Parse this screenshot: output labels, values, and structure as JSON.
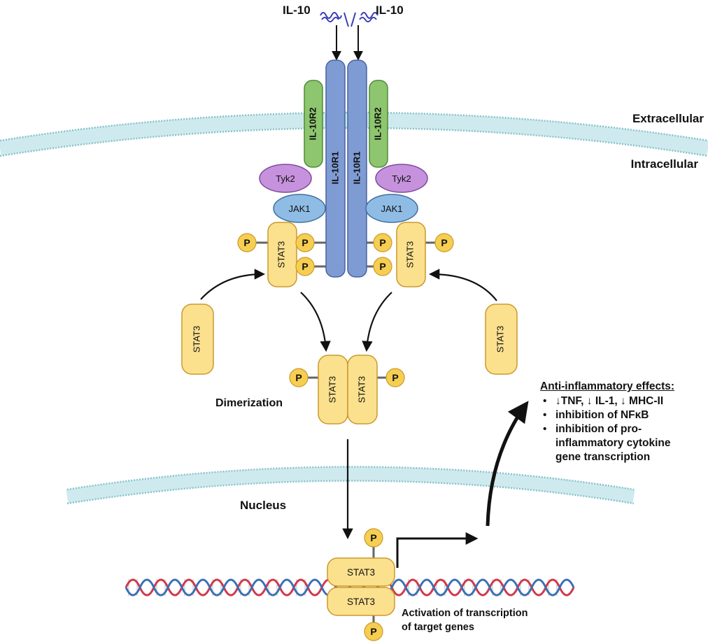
{
  "ligand": {
    "left": "IL-10",
    "right": "IL-10"
  },
  "regions": {
    "extracellular": "Extracellular",
    "intracellular": "Intracellular",
    "nucleus": "Nucleus"
  },
  "receptors": {
    "r1_left": "IL-10R1",
    "r1_right": "IL-10R1",
    "r2_left": "IL-10R2",
    "r2_right": "IL-10R2"
  },
  "kinases": {
    "tyk2_left": "Tyk2",
    "tyk2_right": "Tyk2",
    "jak1_left": "JAK1",
    "jak1_right": "JAK1"
  },
  "stat3": "STAT3",
  "phospho": "P",
  "dimerization": "Dimerization",
  "effects": {
    "heading": "Anti-inflammatory effects:",
    "items": [
      "↓TNF, ↓ IL-1, ↓ MHC-II",
      "inhibition of NFκB",
      "inhibition of pro-",
      "inflammatory cytokine",
      "gene transcription"
    ]
  },
  "activation": {
    "line1": "Activation of transcription",
    "line2": "of target genes"
  },
  "colors": {
    "stat3_fill": "#fbe08e",
    "stat3_stroke": "#c99a2a",
    "receptor1": "#7f9bd3",
    "receptor2": "#8dc66e",
    "tyk2": "#c792dd",
    "jak1": "#8ebce5",
    "membrane": "#a9d6dc",
    "dna_red": "#d0384b",
    "dna_blue": "#3b6fb6",
    "phospho_fill": "#f6cf52",
    "ligand": "#3b3fb5"
  }
}
